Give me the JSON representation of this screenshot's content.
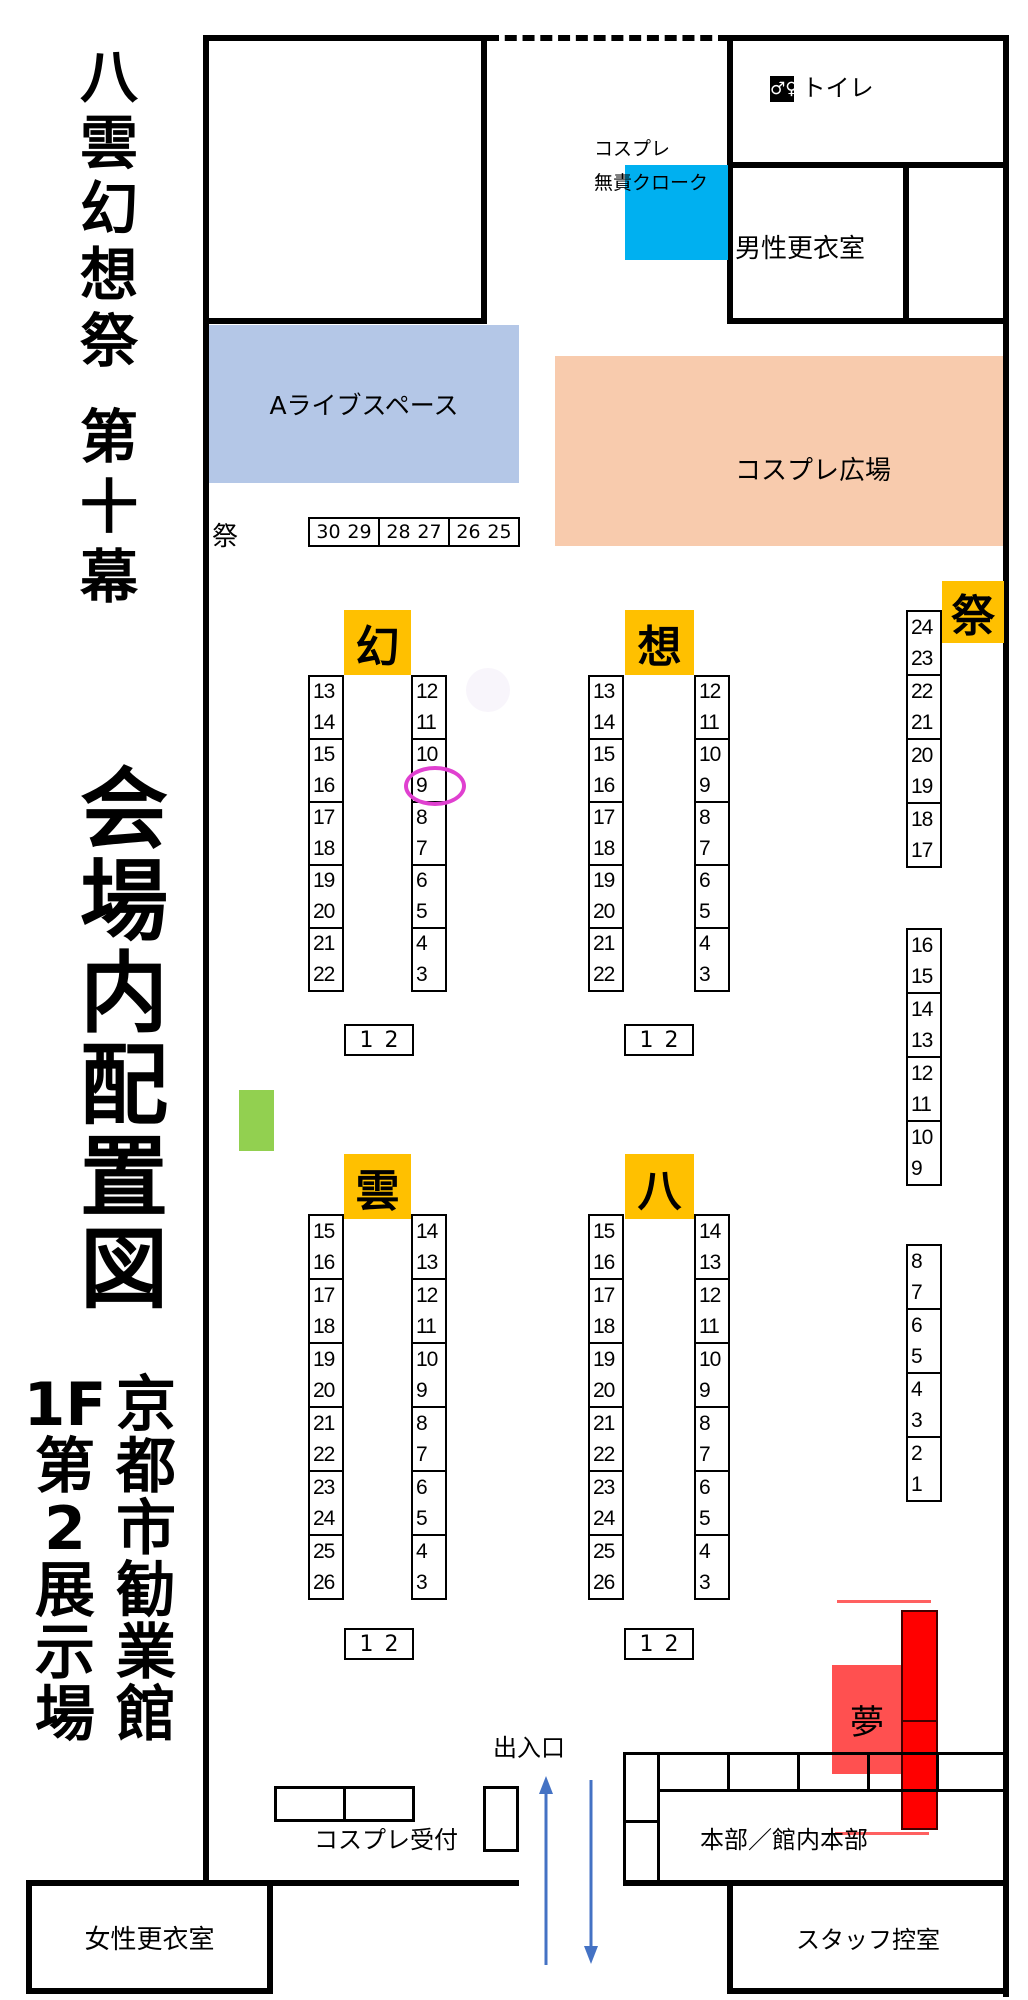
{
  "title_column": [
    "八",
    "雲",
    "幻",
    "想",
    "祭"
  ],
  "subtitle_column": [
    "第",
    "十",
    "幕"
  ],
  "map_title": [
    "会",
    "場",
    "内",
    "配",
    "置",
    "図"
  ],
  "venue_left": [
    "1F",
    "第",
    "2",
    "展",
    "示",
    "場"
  ],
  "venue_right": [
    "京",
    "都",
    "市",
    "勧",
    "業",
    "館"
  ],
  "rooms": {
    "toilet": "トイレ",
    "cloak_line1": "コスプレ",
    "cloak_line2": "無責クローク",
    "male_changing": "男性更衣室",
    "live_space": "Aライブスペース",
    "cosplay_plaza": "コスプレ広場",
    "entrance": "出入口",
    "cosplay_reception": "コスプレ受付",
    "headquarters": "本部／館内本部",
    "female_changing": "女性更衣室",
    "staff_room": "スタッフ控室",
    "yume": "夢"
  },
  "colors": {
    "island_label": "#FFC000",
    "live_space": "#B4C7E7",
    "cosplay_plaza": "#F8CBAD",
    "cloak": "#00B0F0",
    "yume_box": "#FF5050",
    "yume_tables": "#FF0000",
    "green_marker": "#92D050",
    "arrow": "#4472C4",
    "highlight_circle": "#E040D0"
  },
  "top_row": {
    "label": "祭",
    "pairs": [
      [
        "30",
        "29"
      ],
      [
        "28",
        "27"
      ],
      [
        "26",
        "25"
      ]
    ]
  },
  "islands": [
    {
      "label": "幻",
      "left": [
        "13",
        "14",
        "15",
        "16",
        "17",
        "18",
        "19",
        "20",
        "21",
        "22"
      ],
      "right": [
        "12",
        "11",
        "10",
        "9",
        "8",
        "7",
        "6",
        "5",
        "4",
        "3"
      ],
      "end": [
        "1",
        "2"
      ]
    },
    {
      "label": "想",
      "left": [
        "13",
        "14",
        "15",
        "16",
        "17",
        "18",
        "19",
        "20",
        "21",
        "22"
      ],
      "right": [
        "12",
        "11",
        "10",
        "9",
        "8",
        "7",
        "6",
        "5",
        "4",
        "3"
      ],
      "end": [
        "1",
        "2"
      ]
    },
    {
      "label": "雲",
      "left": [
        "15",
        "16",
        "17",
        "18",
        "19",
        "20",
        "21",
        "22",
        "23",
        "24",
        "25",
        "26"
      ],
      "right": [
        "14",
        "13",
        "12",
        "11",
        "10",
        "9",
        "8",
        "7",
        "6",
        "5",
        "4",
        "3"
      ],
      "end": [
        "1",
        "2"
      ]
    },
    {
      "label": "八",
      "left": [
        "15",
        "16",
        "17",
        "18",
        "19",
        "20",
        "21",
        "22",
        "23",
        "24",
        "25",
        "26"
      ],
      "right": [
        "14",
        "13",
        "12",
        "11",
        "10",
        "9",
        "8",
        "7",
        "6",
        "5",
        "4",
        "3"
      ],
      "end": [
        "1",
        "2"
      ]
    }
  ],
  "right_column": {
    "label": "祭",
    "groups": [
      [
        "24",
        "23",
        "22",
        "21",
        "20",
        "19",
        "18",
        "17"
      ],
      [
        "16",
        "15",
        "14",
        "13",
        "12",
        "11",
        "10",
        "9"
      ],
      [
        "8",
        "7",
        "6",
        "5",
        "4",
        "3",
        "2",
        "1"
      ]
    ]
  },
  "highlighted_booth": "幻 9"
}
